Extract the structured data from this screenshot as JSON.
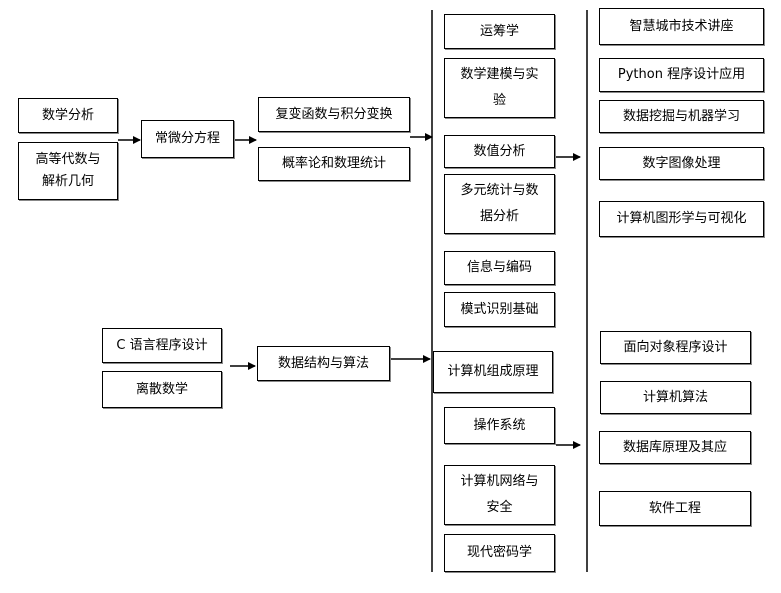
{
  "stage1": {
    "top": [
      "数学分析",
      "高等代数与\n解析几何"
    ],
    "bottom": [
      "C 语言程序设计",
      "离散数学"
    ]
  },
  "stage2": {
    "top": [
      "常微分方程"
    ],
    "bottom": [
      "数据结构与算法"
    ]
  },
  "stage3": {
    "top": [
      "复变函数与积分变换",
      "概率论和数理统计"
    ]
  },
  "stage4": {
    "top": [
      "运筹学",
      "数学建模与实\n验",
      "数值分析",
      "多元统计与数\n据分析",
      "信息与编码"
    ],
    "bottom": [
      "模式识别基础",
      "计算机组成原理",
      "操作系统",
      "计算机网络与\n安全",
      "现代密码学"
    ]
  },
  "stage5": {
    "top": [
      "智慧城市技术讲座",
      "Python 程序设计应用",
      "数据挖掘与机器学习",
      "数字图像处理",
      "计算机图形学与可视化"
    ],
    "bottom": [
      "面向对象程序设计",
      "计算机算法",
      "数据库原理及其应",
      "软件工程"
    ]
  }
}
